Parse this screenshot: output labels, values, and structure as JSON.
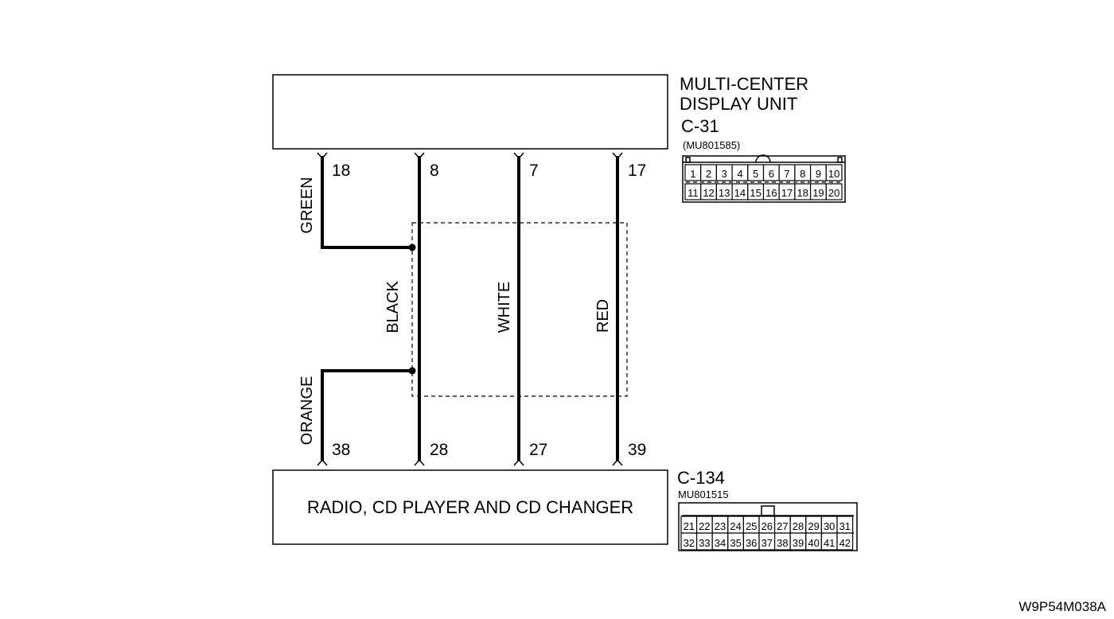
{
  "top_unit": {
    "name_line1": "MULTI-CENTER",
    "name_line2": "DISPLAY UNIT",
    "connector": "C-31",
    "part_number": "(MU801585)",
    "pins_row1": [
      "1",
      "2",
      "3",
      "4",
      "5",
      "6",
      "7",
      "8",
      "9",
      "10"
    ],
    "pins_row2": [
      "11",
      "12",
      "13",
      "14",
      "15",
      "16",
      "17",
      "18",
      "19",
      "20"
    ]
  },
  "bottom_unit": {
    "name": "RADIO, CD PLAYER AND CD CHANGER",
    "connector": "C-134",
    "part_number": "MU801515",
    "pins_row1": [
      "21",
      "22",
      "23",
      "24",
      "25",
      "26",
      "27",
      "28",
      "29",
      "30",
      "31"
    ],
    "pins_row2": [
      "32",
      "33",
      "34",
      "35",
      "36",
      "37",
      "38",
      "39",
      "40",
      "41",
      "42"
    ]
  },
  "wires": [
    {
      "color_label": "GREEN",
      "top_pin": "18",
      "bottom_pin": ""
    },
    {
      "color_label": "ORANGE",
      "top_pin": "",
      "bottom_pin": "38"
    },
    {
      "color_label": "BLACK",
      "top_pin": "8",
      "bottom_pin": "28"
    },
    {
      "color_label": "WHITE",
      "top_pin": "7",
      "bottom_pin": "27"
    },
    {
      "color_label": "RED",
      "top_pin": "17",
      "bottom_pin": "39"
    }
  ],
  "figure_code": "W9P54M038A"
}
